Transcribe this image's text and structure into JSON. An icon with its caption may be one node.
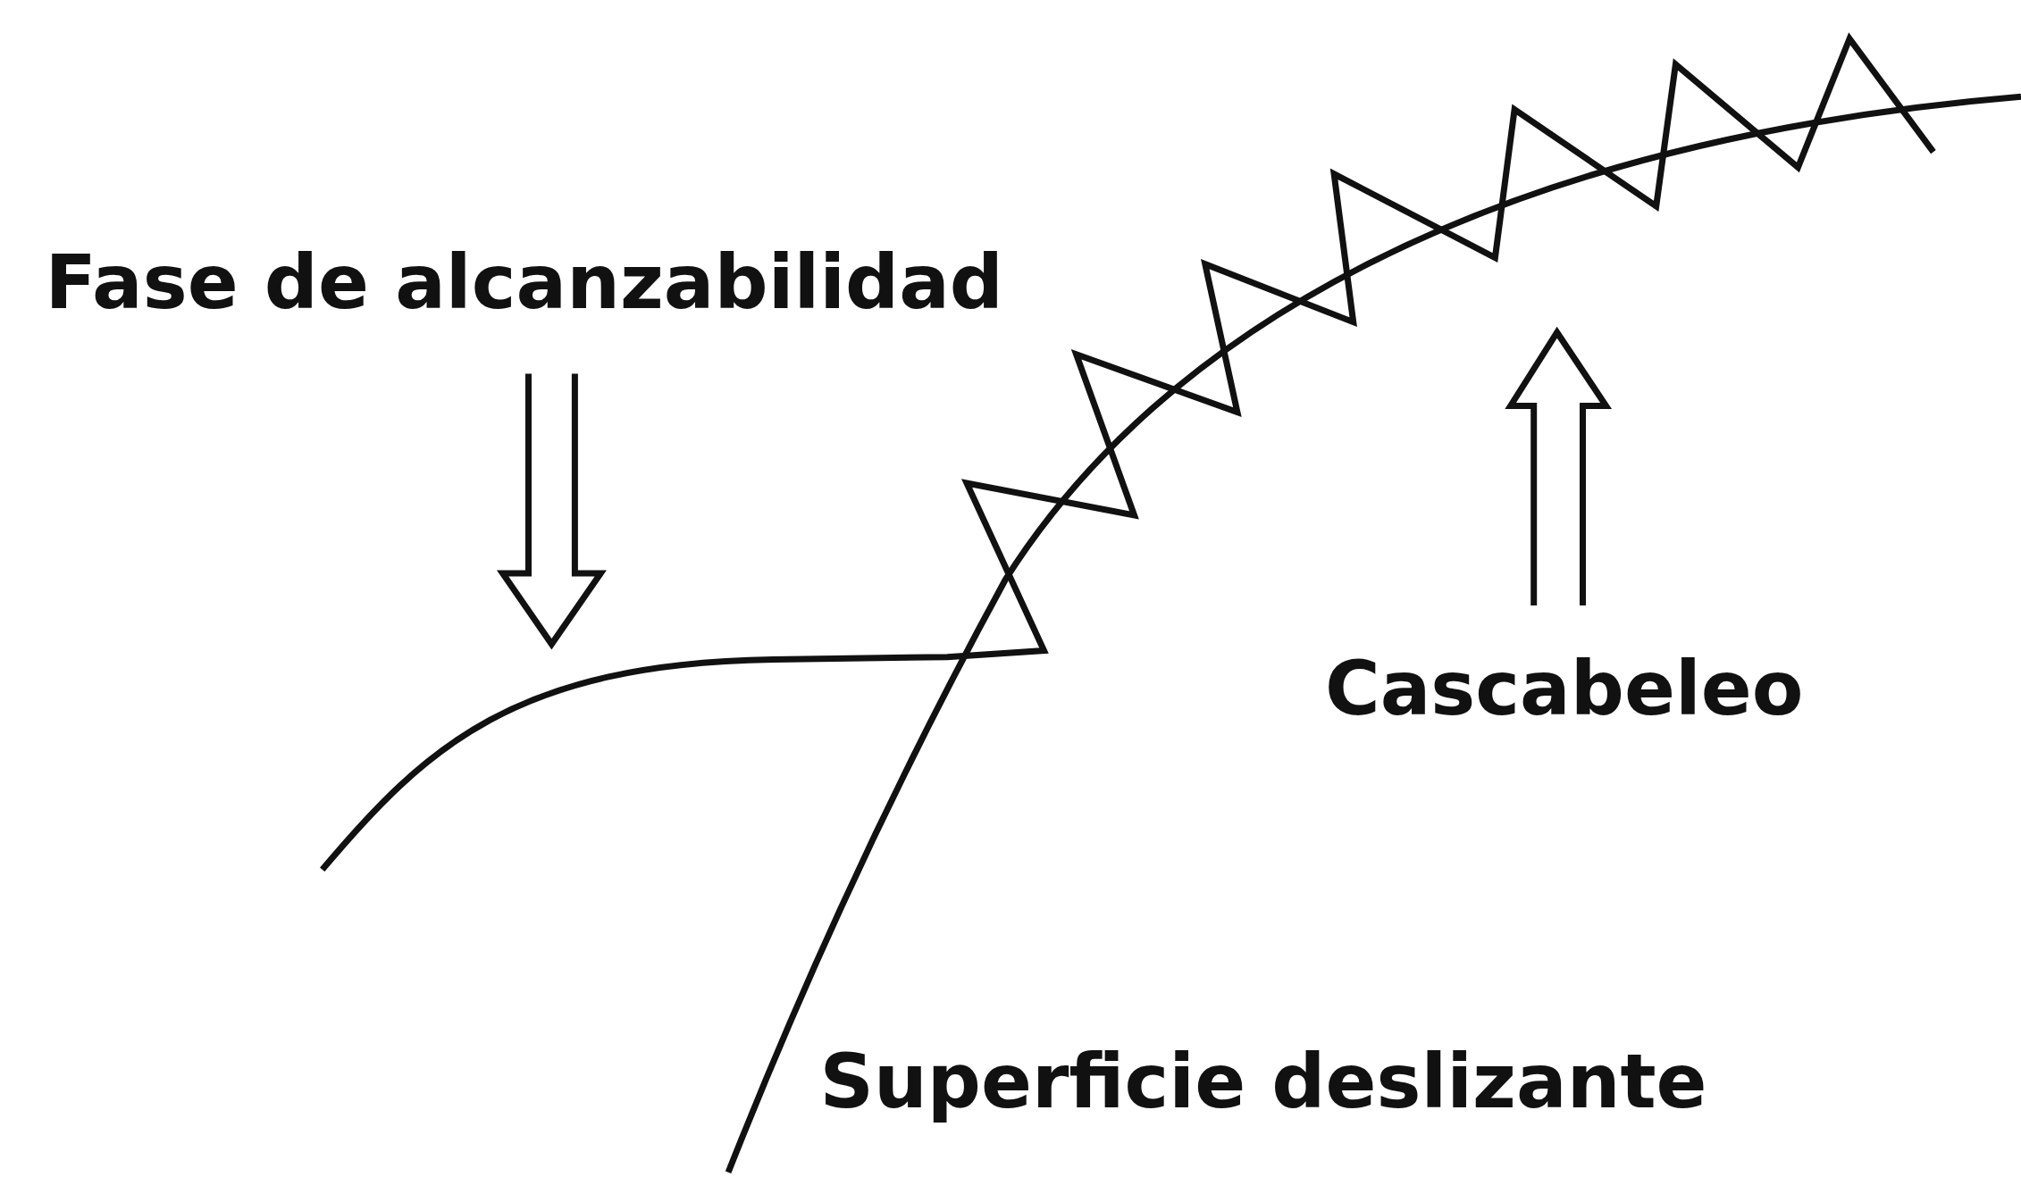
{
  "diagram": {
    "labels": [
      "Fase de alcanzabilidad",
      "Cascabeleo",
      "Superficie deslizante"
    ]
  }
}
